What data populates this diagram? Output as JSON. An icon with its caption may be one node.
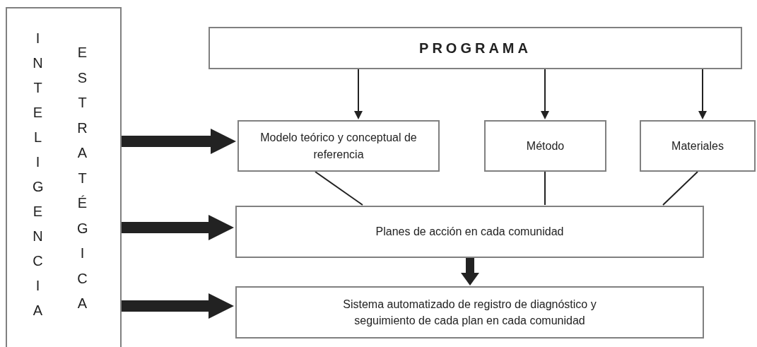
{
  "diagram": {
    "nodes": [
      {
        "text": [
          "INTELIGENCIA",
          "ESTRATÉGICA"
        ]
      },
      {
        "text": [
          "PROGRAMA"
        ]
      },
      {
        "text": [
          "Modelo teórico y conceptual de referencia"
        ]
      },
      {
        "text": [
          "Método"
        ]
      },
      {
        "text": [
          "Materiales"
        ]
      },
      {
        "text": [
          "Planes de acción en cada comunidad"
        ]
      },
      {
        "text": [
          "Sistema automatizado de registro de diagnóstico y seguimiento de cada plan en cada comunidad"
        ]
      }
    ],
    "edges": [
      {
        "from": 0,
        "to": 2,
        "arrow": "to",
        "style": "thick"
      },
      {
        "from": 0,
        "to": 5,
        "arrow": "to",
        "style": "thick"
      },
      {
        "from": 0,
        "to": 6,
        "arrow": "to",
        "style": "thick"
      },
      {
        "from": 1,
        "to": 2,
        "arrow": "to"
      },
      {
        "from": 1,
        "to": 3,
        "arrow": "to"
      },
      {
        "from": 1,
        "to": 4,
        "arrow": "to"
      },
      {
        "from": 2,
        "to": 5,
        "arrow": "none"
      },
      {
        "from": 3,
        "to": 5,
        "arrow": "none"
      },
      {
        "from": 4,
        "to": 5,
        "arrow": "none"
      },
      {
        "from": 5,
        "to": 6,
        "arrow": "to",
        "style": "thick"
      }
    ]
  }
}
